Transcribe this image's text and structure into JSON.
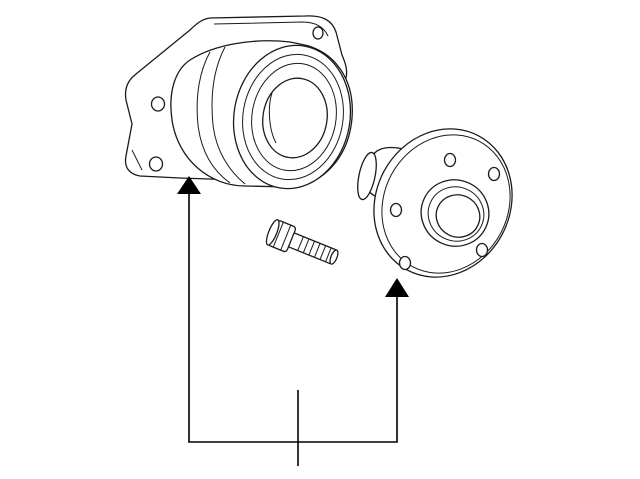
{
  "diagram": {
    "parts": [
      {
        "id": "hub-bearing-assembly",
        "icon": "wheel-hub-bearing-icon"
      },
      {
        "id": "bolt",
        "icon": "hex-bolt-icon"
      },
      {
        "id": "hub-flange",
        "icon": "hub-flange-icon"
      }
    ],
    "callouts": [
      {
        "target": "hub-bearing-assembly",
        "style": "arrow"
      },
      {
        "target": "hub-flange",
        "style": "arrow"
      }
    ],
    "colors": {
      "line": "#1a1a1a",
      "background": "#ffffff",
      "arrow": "#000000"
    }
  }
}
